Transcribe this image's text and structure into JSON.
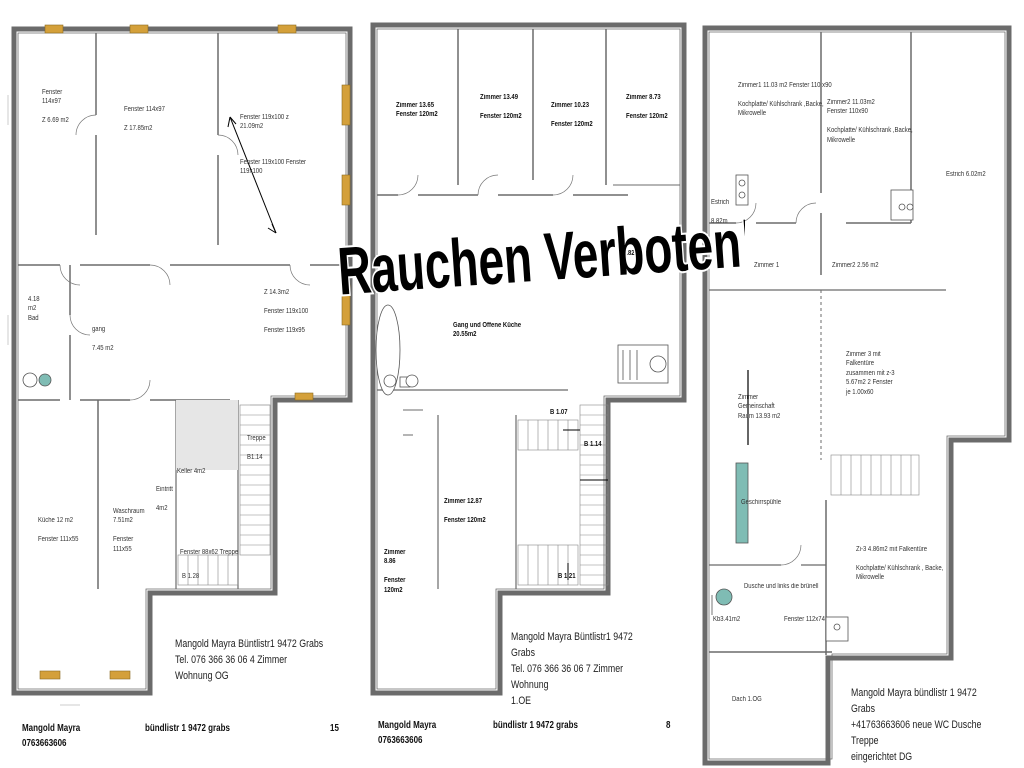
{
  "banner": "Rauchen Verboten!",
  "plan_left": {
    "labels": {
      "fenster_a": "Fenster\n114x97\n\nZ 6.69 m2",
      "fenster_b": "Fenster 114x97\n\nZ 17.85m2",
      "fenster_c": "Fenster 119x100 z\n21.09m2",
      "fenster_d": "Fenster 119x100 Fenster\n119x100",
      "bad": "4.18\nm2\nBad",
      "gang": "gang\n\n7.45 m2",
      "z14": "Z 14.3m2\n\nFenster 119x100\n\nFenster 119x95",
      "keller": "Keller 4m2",
      "treppe": "Treppe\n\nB1.14",
      "eintritt": "Eintritt\n\n4m2",
      "kueche": "Küche 12 m2\n\nFenster 111x55",
      "waschraum": "Waschraum\n7.51m2\n\nFenster\n111x55",
      "fenster_treppe": "Fenster 88x62 Treppe",
      "b128": "B 1.28"
    },
    "owner": "Mangold Mayra Büntlistr1 9472 Grabs\nTel. 076 366 36 06 4 Zimmer Wohnung OG",
    "footer_name": "Mangold Mayra\n0763663606",
    "footer_addr": "bündlistr 1 9472  grabs",
    "footer_num": "15"
  },
  "plan_middle": {
    "labels": {
      "z1": "Zimmer 13.65\nFenster 120m2",
      "z2": "Zimmer 13.49\n\nFenster 120m2",
      "z3": "Zimmer 10.23\n\nFenster 120m2",
      "z4": "Zimmer 8.73\n\nFenster 120m2",
      "kueche": "Küche\n0.82",
      "gang": "Gang und Offene Küche\n20.55m2",
      "b107": "B 1.07",
      "b114": "B 1.14",
      "z12": "Zimmer 12.87\n\nFenster 120m2",
      "z886": "Zimmer\n8.86\n\nFenster\n120m2",
      "b121": "B 1.21"
    },
    "owner": "Mangold Mayra Büntlistr1 9472 Grabs\nTel. 076 366 36 06 7 Zimmer Wohnung\n1.OE",
    "footer_name": "Mangold Mayra\n0763663606",
    "footer_addr": "bündlistr 1 9472  grabs",
    "footer_num": "8"
  },
  "plan_right": {
    "labels": {
      "zimmer1_top": "Zimmer1 11.03 m2 Fenster 110 x90\n\nKochplatte/ Kühlschrank ,Backe,\nMikrowelle",
      "zimmer2_top": "Zimmer2 11.03m2\nFenster 110x90\n\nKochplatte/ Kühlschrank ,Backe,\nMikrowelle",
      "estrich_r": "Estrich 6.02m2",
      "estrich_l": "Estrich\n\n8.82m",
      "zimmer1": "Zimmer 1",
      "zimmer2": "Zimmer2 2.56 m2",
      "zimmer3": "Zimmer 3 mit\nFalkentüre\nzusammen mit z-3\n5.67m2 2 Fenster\nje 1.00x60",
      "gemeinschaft": "Zimmer\nGemeinschaft\nRaum 13.93 m2",
      "geschirr": "Geschirrspühle",
      "z3_falken": "Zi-3 4.86m2 mit Falkentüre\n\nKochplatte/ Kühlschrank , Backe,\nMikrowelle",
      "dusche": "Dusche und links die brünell",
      "kb": "Kb3.41m2",
      "fenster112": "Fenster 112x74",
      "dach": "Dach 1.OG"
    },
    "owner": "Mangold Mayra bündlistr 1 9472 Grabs\n+41763663606 neue WC Dusche Treppe\neingerichtet DG"
  },
  "colors": {
    "wall": "#6b6b6b",
    "window": "#d4a03a",
    "fixture_teal": "#7fbcb4"
  }
}
